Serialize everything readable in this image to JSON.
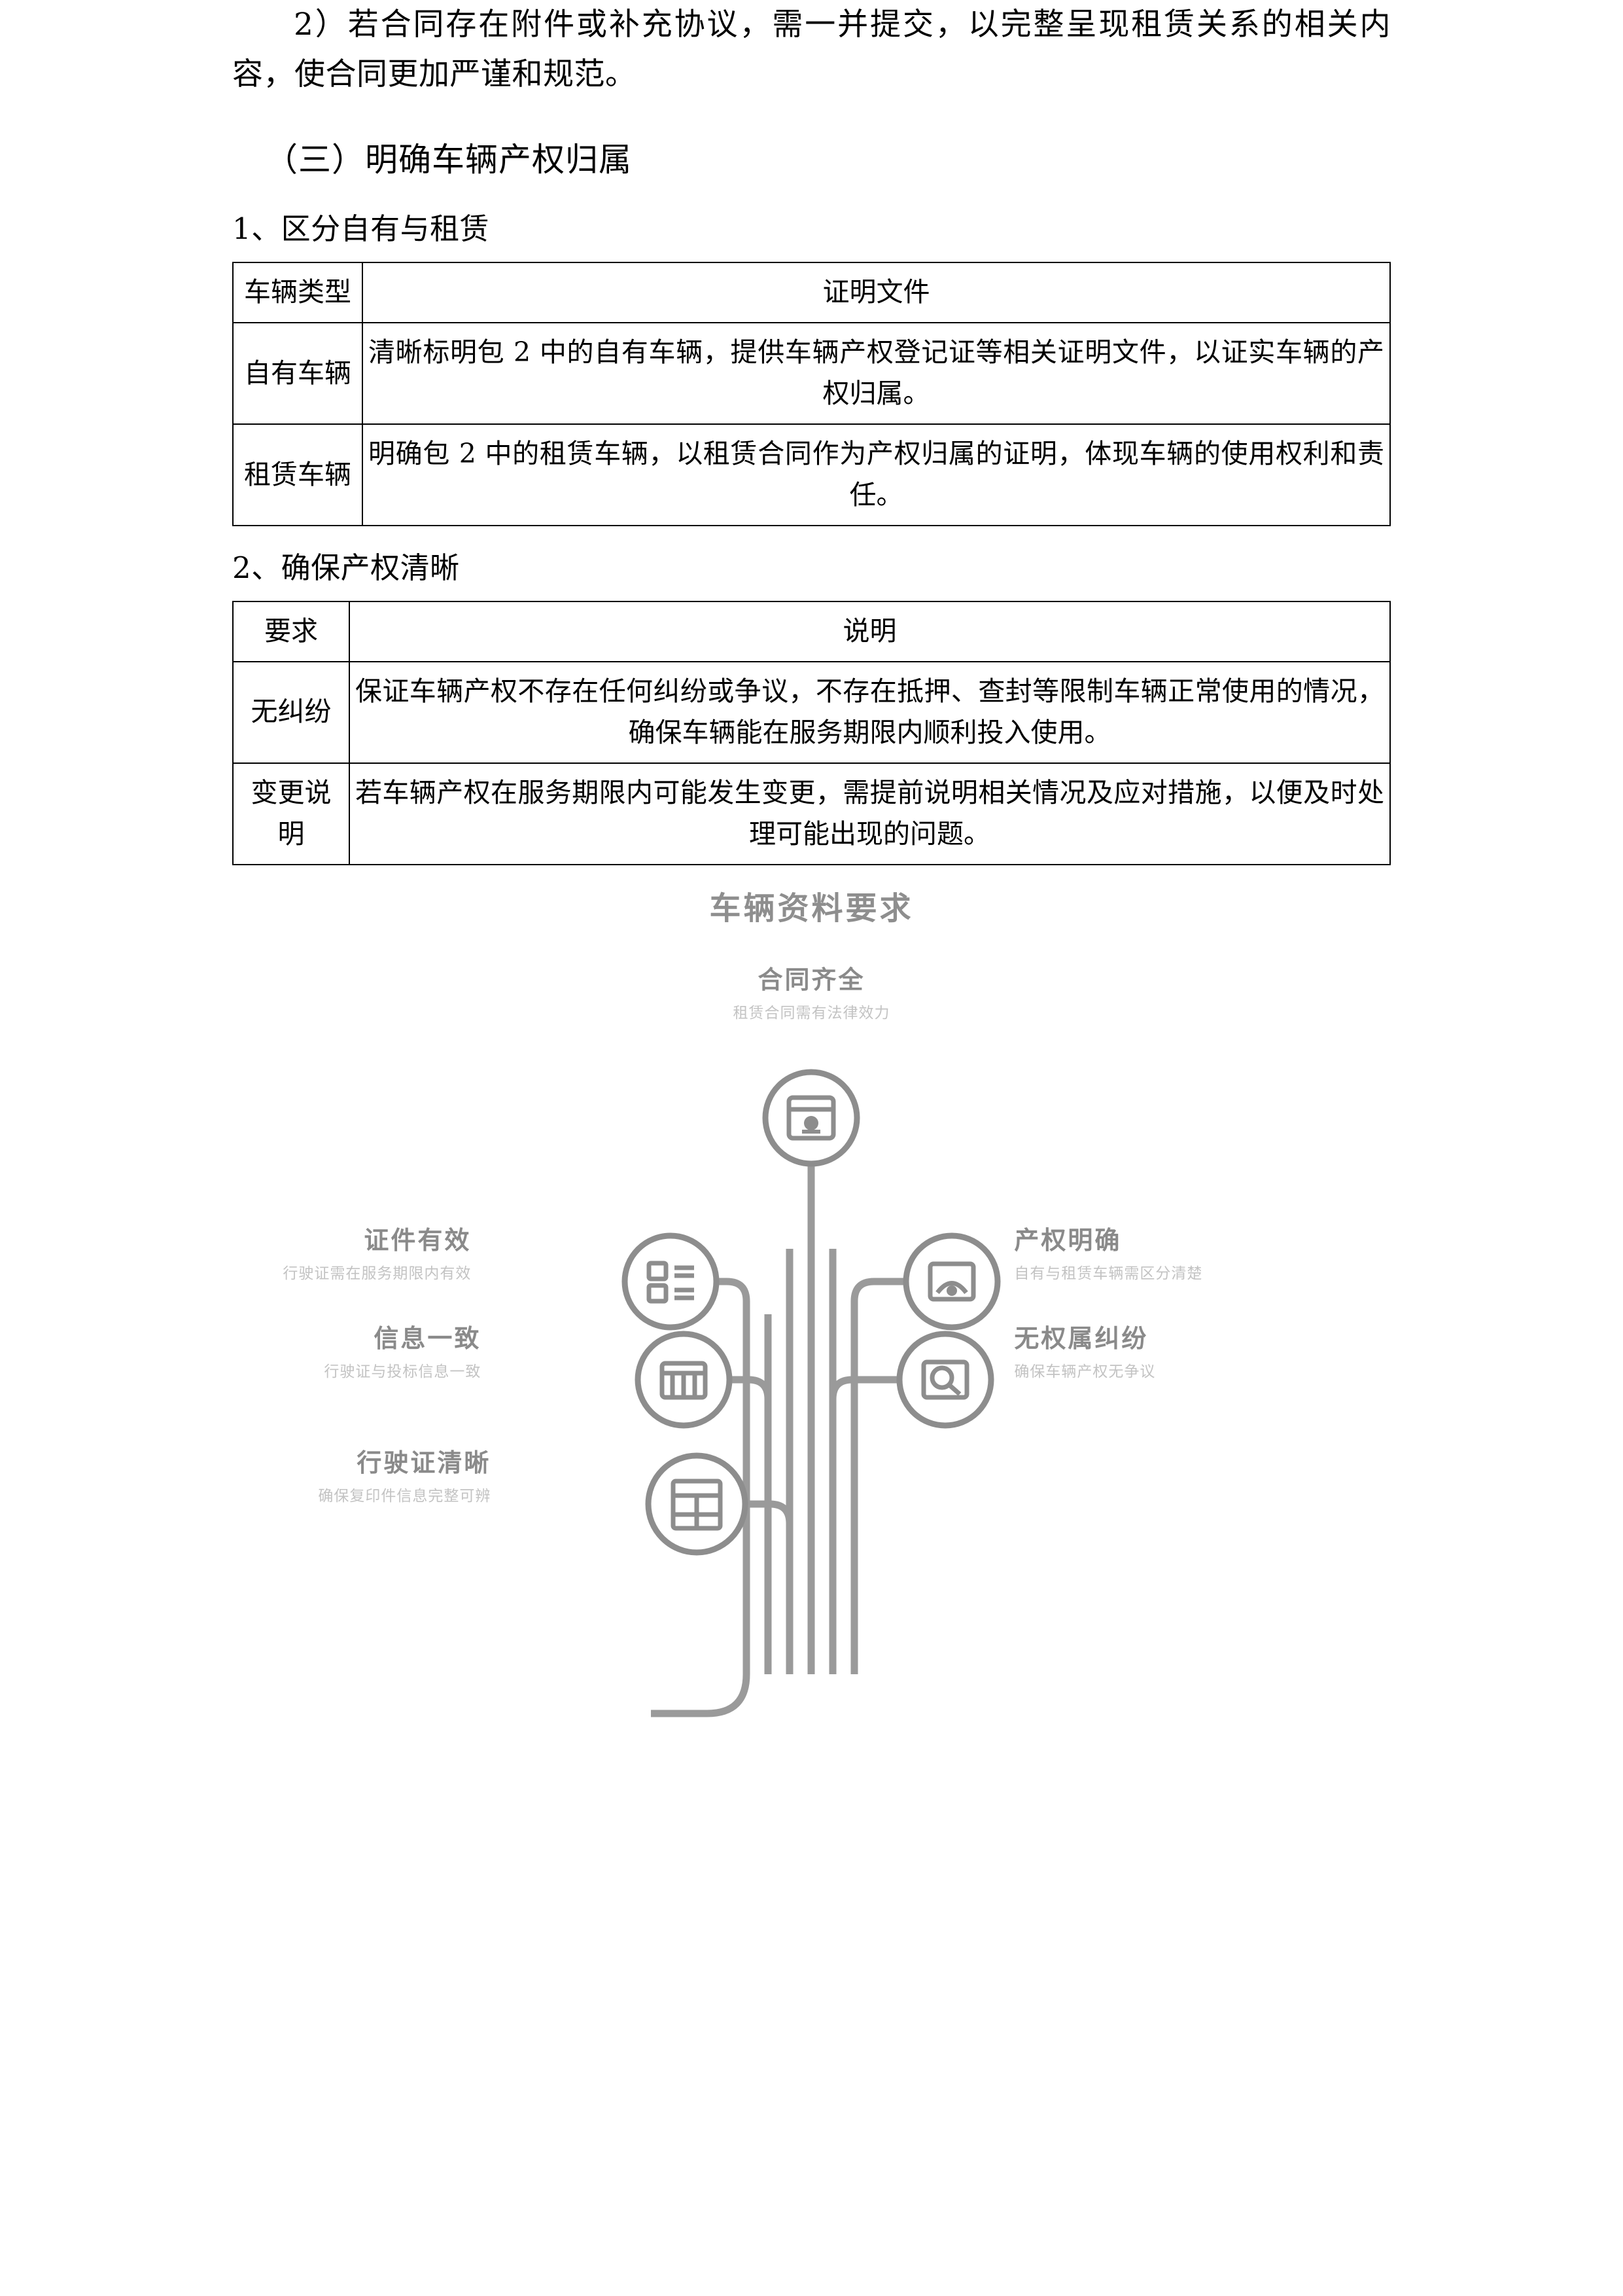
{
  "document": {
    "paragraph_1": "2）若合同存在附件或补充协议，需一并提交，以完整呈现租赁关系的相关内容，使合同更加严谨和规范。",
    "section_heading": "（三）明确车辆产权归属",
    "subheading_1": "1、区分自有与租赁",
    "subheading_2": "2、确保产权清晰"
  },
  "table_1": {
    "headers": [
      "车辆类型",
      "证明文件"
    ],
    "rows": [
      {
        "key": "自有车辆",
        "value": "清晰标明包 2 中的自有车辆，提供车辆产权登记证等相关证明文件，以证实车辆的产权归属。"
      },
      {
        "key": "租赁车辆",
        "value": "明确包 2 中的租赁车辆，以租赁合同作为产权归属的证明，体现车辆的使用权利和责任。"
      }
    ]
  },
  "table_2": {
    "headers": [
      "要求",
      "说明"
    ],
    "rows": [
      {
        "key": "无纠纷",
        "value": "保证车辆产权不存在任何纠纷或争议，不存在抵押、查封等限制车辆正常使用的情况，确保车辆能在服务期限内顺利投入使用。"
      },
      {
        "key": "变更说明",
        "value": "若车辆产权在服务期限内可能发生变更，需提前说明相关情况及应对措施，以便及时处理可能出现的问题。"
      }
    ]
  },
  "infographic": {
    "title": "车辆资料要求",
    "colors": {
      "title": "#8e8e8e",
      "node_title": "#8a8a8a",
      "node_subtitle": "#c3c3c3",
      "stroke": "#9a9a9a"
    },
    "nodes": [
      {
        "id": "contract-complete",
        "title": "合同齐全",
        "subtitle": "租赁合同需有法律效力",
        "icon": "contract-icon",
        "side": "top"
      },
      {
        "id": "ownership-clear",
        "title": "产权明确",
        "subtitle": "自有与租赁车辆需区分清楚",
        "icon": "ownership-icon",
        "side": "right"
      },
      {
        "id": "no-dispute",
        "title": "无权属纠纷",
        "subtitle": "确保车辆产权无争议",
        "icon": "no-dispute-icon",
        "side": "right"
      },
      {
        "id": "license-valid",
        "title": "证件有效",
        "subtitle": "行驶证需在服务期限内有效",
        "icon": "checklist-icon",
        "side": "left"
      },
      {
        "id": "info-consistent",
        "title": "信息一致",
        "subtitle": "行驶证与投标信息一致",
        "icon": "grid-icon",
        "side": "left"
      },
      {
        "id": "license-clear",
        "title": "行驶证清晰",
        "subtitle": "确保复印件信息完整可辨",
        "icon": "document-icon",
        "side": "left"
      }
    ]
  }
}
